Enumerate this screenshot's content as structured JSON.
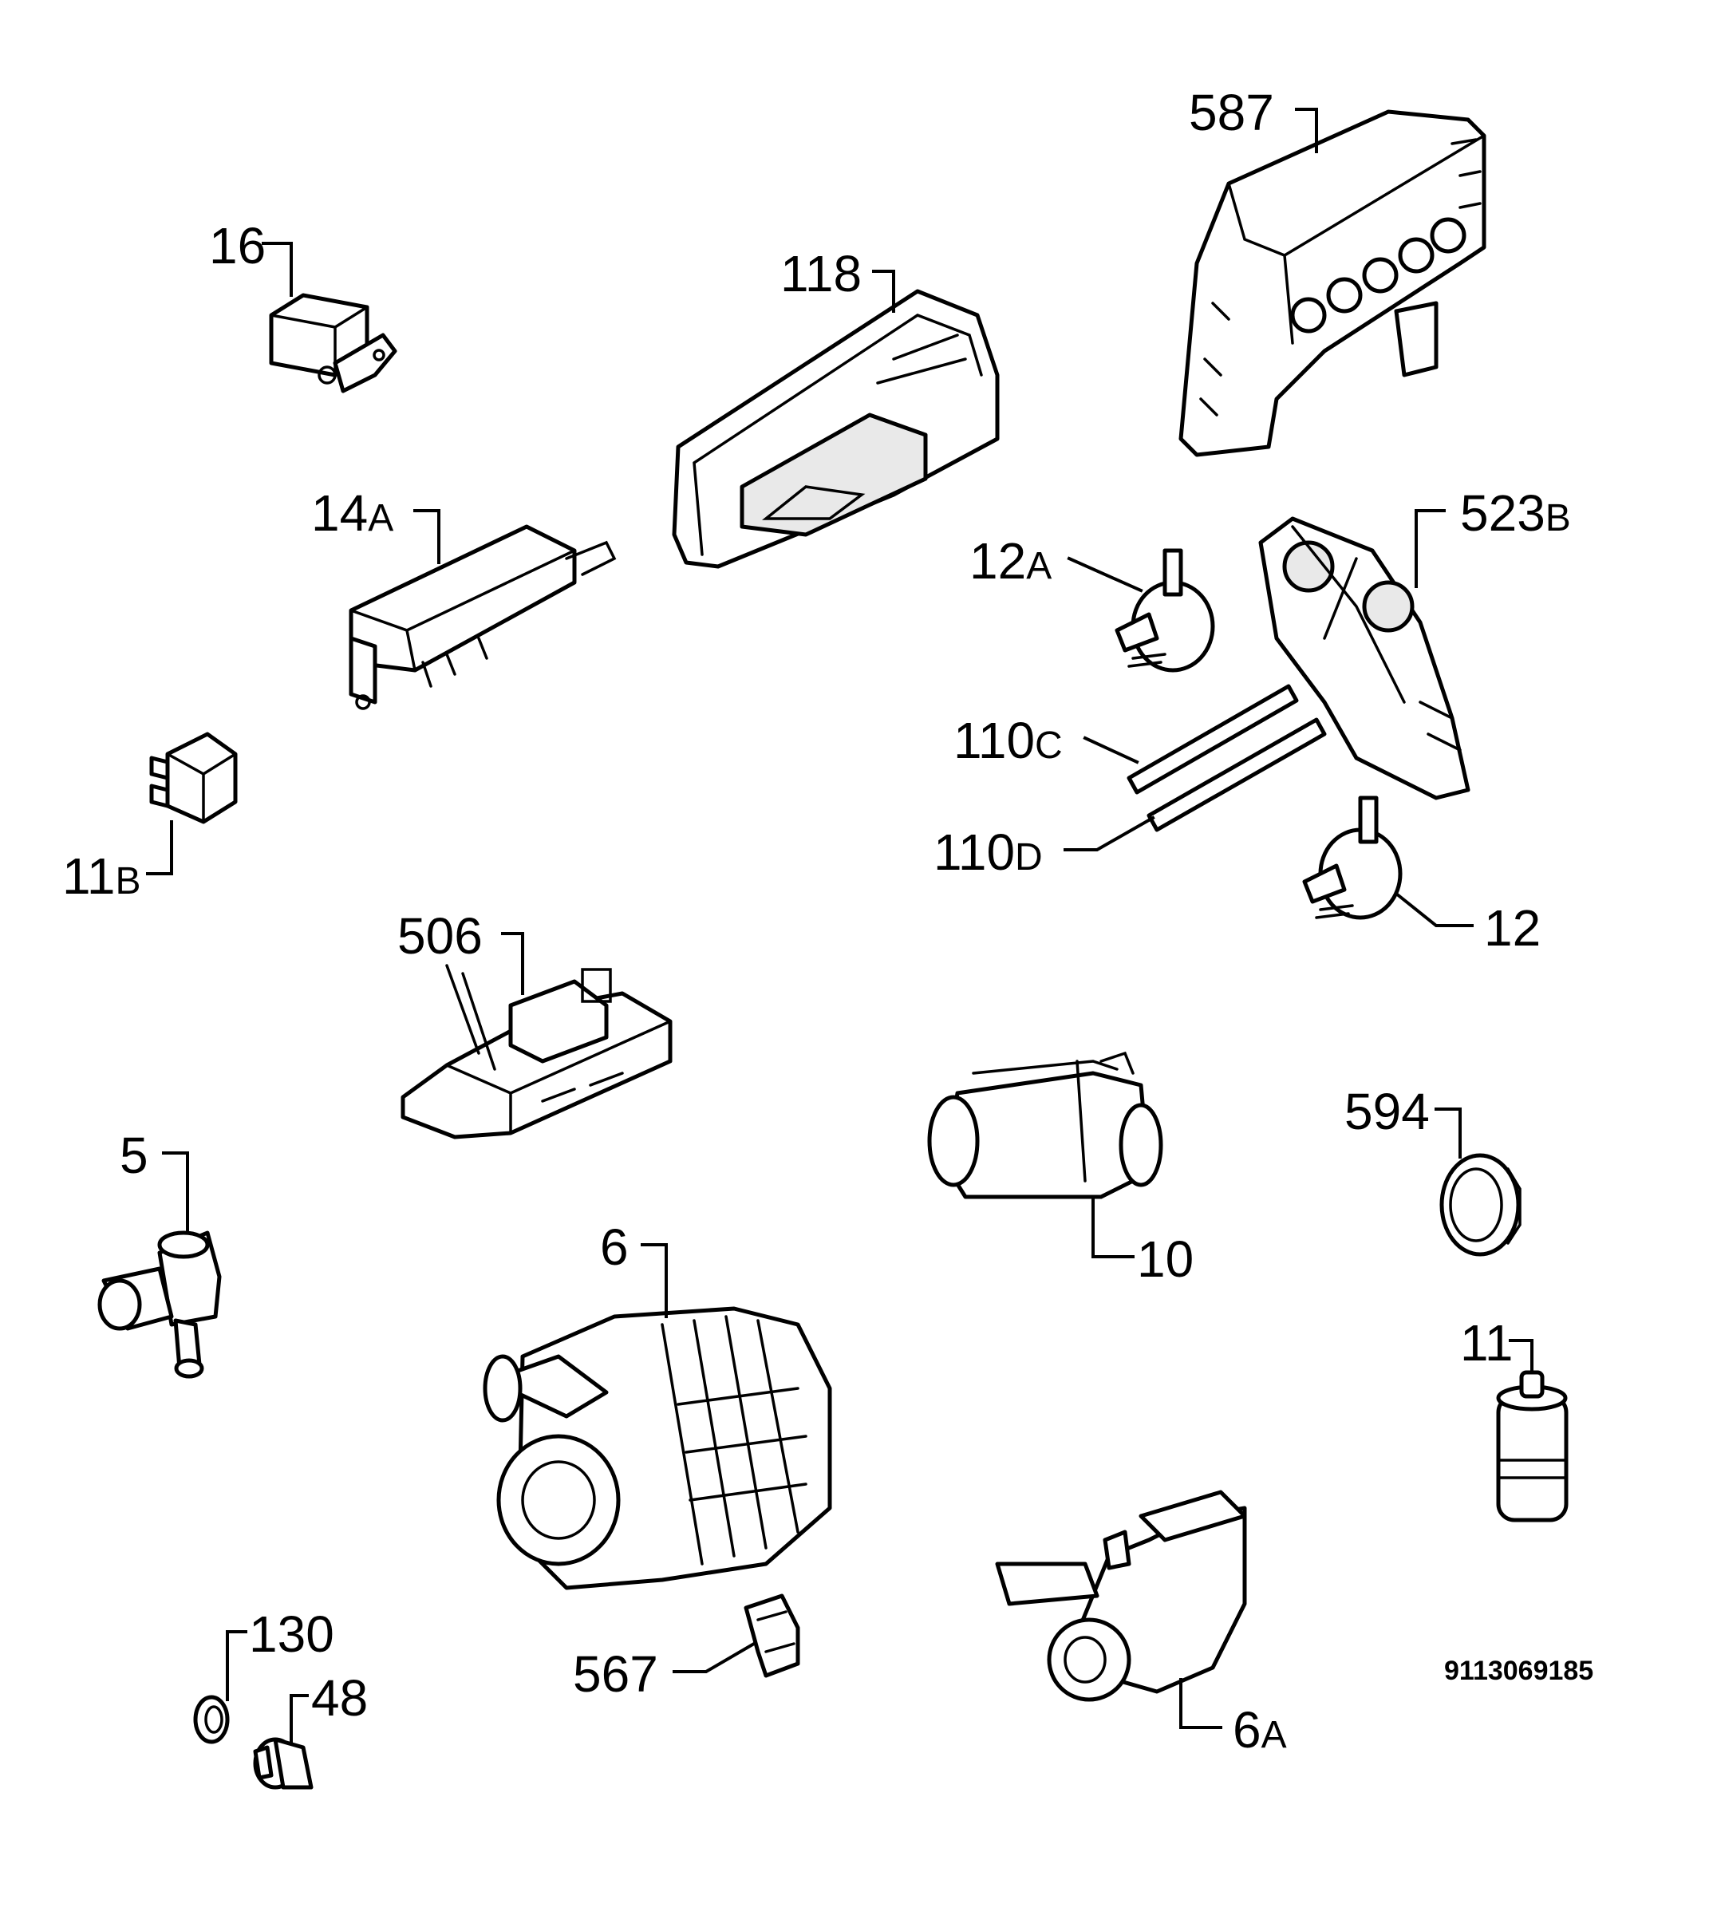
{
  "diagram": {
    "parts": [
      {
        "id": "587",
        "label": "587",
        "suffix": ""
      },
      {
        "id": "16",
        "label": "16",
        "suffix": ""
      },
      {
        "id": "118",
        "label": "118",
        "suffix": ""
      },
      {
        "id": "14A",
        "label": "14",
        "suffix": "A"
      },
      {
        "id": "523B",
        "label": "523",
        "suffix": "B"
      },
      {
        "id": "12A",
        "label": "12",
        "suffix": "A"
      },
      {
        "id": "110C",
        "label": "110",
        "suffix": "C"
      },
      {
        "id": "110D",
        "label": "110",
        "suffix": "D"
      },
      {
        "id": "11B",
        "label": "11",
        "suffix": "B"
      },
      {
        "id": "12",
        "label": "12",
        "suffix": ""
      },
      {
        "id": "506",
        "label": "506",
        "suffix": ""
      },
      {
        "id": "594",
        "label": "594",
        "suffix": ""
      },
      {
        "id": "5",
        "label": "5",
        "suffix": ""
      },
      {
        "id": "10",
        "label": "10",
        "suffix": ""
      },
      {
        "id": "6",
        "label": "6",
        "suffix": ""
      },
      {
        "id": "11",
        "label": "11",
        "suffix": ""
      },
      {
        "id": "130",
        "label": "130",
        "suffix": ""
      },
      {
        "id": "48",
        "label": "48",
        "suffix": ""
      },
      {
        "id": "567",
        "label": "567",
        "suffix": ""
      },
      {
        "id": "6A",
        "label": "6",
        "suffix": "A"
      }
    ],
    "drawing_code": "9113069185"
  }
}
